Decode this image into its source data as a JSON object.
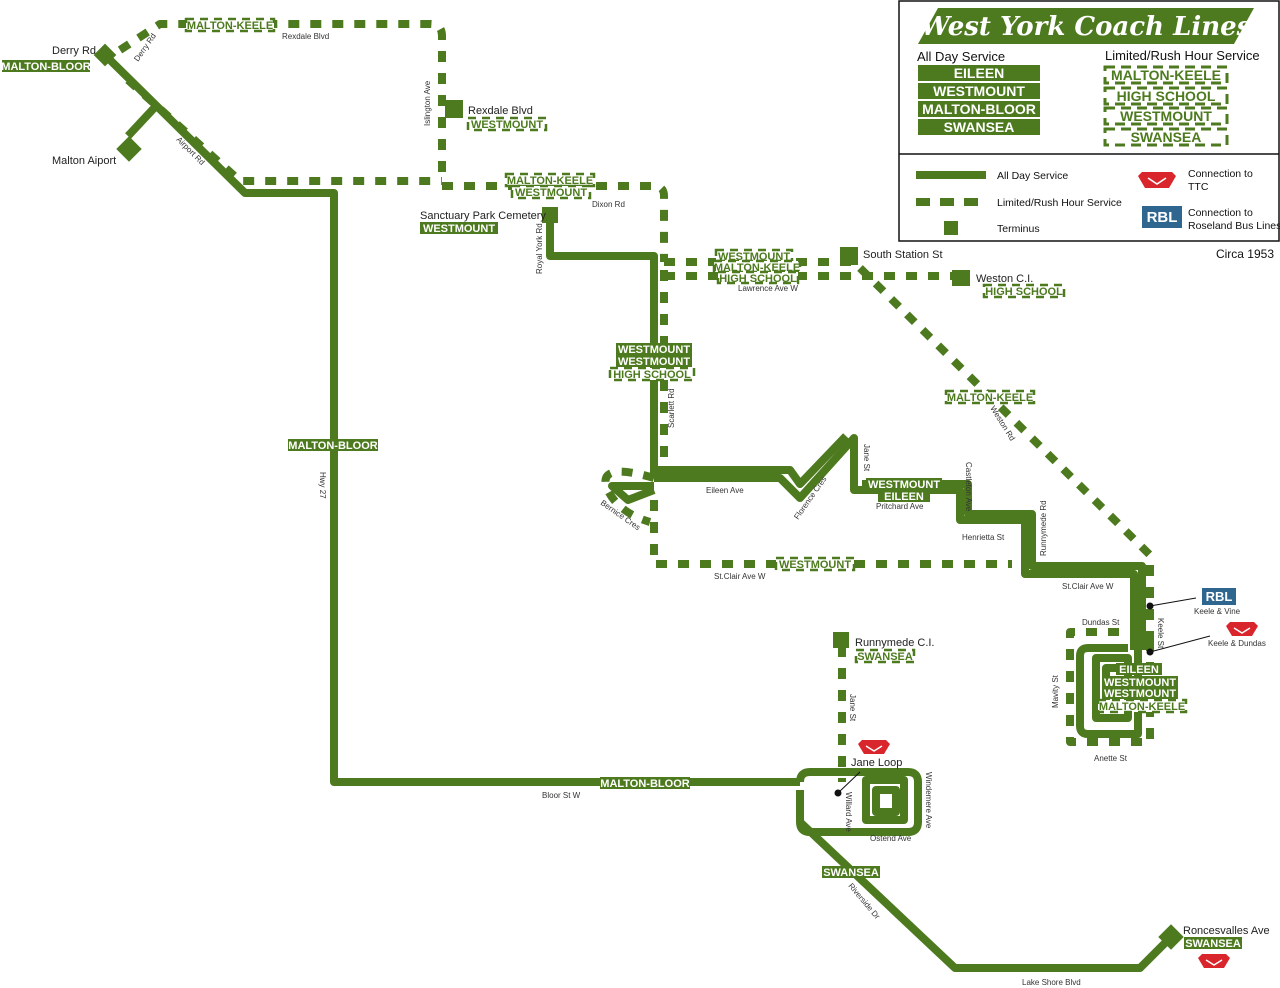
{
  "legend": {
    "title": "West York Coach Lines",
    "all_day_heading": "All Day Service",
    "limited_heading": "Limited/Rush Hour Service",
    "all_day_routes": [
      "EILEEN",
      "WESTMOUNT",
      "MALTON-BLOOR",
      "SWANSEA"
    ],
    "limited_routes": [
      "MALTON-KEELE",
      "HIGH SCHOOL",
      "WESTMOUNT",
      "SWANSEA"
    ],
    "key_all_day": "All Day Service",
    "key_limited": "Limited/Rush Hour Service",
    "key_terminus": "Terminus",
    "key_ttc": "Connection to TTC",
    "key_ttc_line1": "Connection to",
    "key_ttc_line2": "TTC",
    "key_rbl_badge": "RBL",
    "key_rbl_line1": "Connection to",
    "key_rbl_line2": "Roseland Bus Lines",
    "circa": "Circa 1953"
  },
  "colors": {
    "route_green": "#4d7a1e",
    "ttc_red": "#d9262c",
    "rbl_blue": "#2f6690"
  },
  "places": {
    "derry_rd": "Derry Rd",
    "malton_airport": "Malton Aiport",
    "rexdale_blvd": "Rexdale Blvd",
    "sanctuary_park": "Sanctuary Park Cemetery",
    "south_station": "South Station St",
    "weston_ci": "Weston C.I.",
    "runnymede_ci": "Runnymede C.I.",
    "jane_loop": "Jane Loop",
    "roncesvalles": "Roncesvalles Ave",
    "keele_vine": "Keele & Vine",
    "keele_dundas": "Keele & Dundas",
    "rbl_badge": "RBL"
  },
  "streets": {
    "rexdale_blvd": "Rexdale Blvd",
    "derry_rd": "Derry Rd",
    "islington_ave": "Islington Ave",
    "airport_rd": "Airport Rd",
    "dixon_rd": "Dixon Rd",
    "royal_york_rd": "Royal York Rd",
    "lawrence_ave_w": "Lawrence Ave W",
    "scarlett_rd": "Scarlett Rd",
    "weston_rd": "Weston Rd",
    "eileen_ave": "Eileen Ave",
    "bernice_cres": "Bernice Cres",
    "florence_cres": "Florence Cres",
    "jane_st_north": "Jane St",
    "pritchard_ave": "Pritchard Ave",
    "castleton_ave": "Castleton Ave",
    "henrietta_st": "Henrietta St",
    "runnymede_rd": "Runnymede Rd",
    "stclair_ave_w_west": "St.Clair Ave W",
    "stclair_ave_w_east": "St.Clair Ave W",
    "keele_st": "Keele St",
    "dundas_st": "Dundas St",
    "mavity_st": "Mavity St",
    "anette_st": "Anette St",
    "hwy_27": "Hwy 27",
    "bloor_st_w": "Bloor St W",
    "jane_st_south": "Jane St",
    "willard_ave": "Willard Ave",
    "windemere_ave": "Windemere Ave",
    "ostend_ave": "Ostend Ave",
    "riverside_dr": "Riverside Dr",
    "lake_shore_blvd": "Lake Shore Blvd"
  },
  "labels": {
    "malton_bloor_derry": "MALTON-BLOOR",
    "malton_keele_top": "MALTON-KEELE",
    "westmount_rexdale": "WESTMOUNT",
    "malton_keele_dixon": "MALTON-KEELE",
    "westmount_dixon": "WESTMOUNT",
    "westmount_sanctuary": "WESTMOUNT",
    "lawrence_1": "WESTMOUNT",
    "lawrence_2": "MALTON-KEELE",
    "lawrence_3": "HIGH SCHOOL",
    "high_school_weston": "HIGH SCHOOL",
    "scarlett_1": "WESTMOUNT",
    "scarlett_2": "WESTMOUNT",
    "scarlett_3": "HIGH SCHOOL",
    "malton_keele_weston": "MALTON-KEELE",
    "malton_bloor_hwy27": "MALTON-BLOOR",
    "jane_1": "WESTMOUNT",
    "jane_2": "EILEEN",
    "westmount_stclair": "WESTMOUNT",
    "keele_1": "EILEEN",
    "keele_2": "WESTMOUNT",
    "keele_3": "WESTMOUNT",
    "keele_4": "MALTON-KEELE",
    "swansea_runnymede": "SWANSEA",
    "malton_bloor_bloor": "MALTON-BLOOR",
    "swansea_riverside": "SWANSEA",
    "swansea_roncesvalles": "SWANSEA"
  }
}
